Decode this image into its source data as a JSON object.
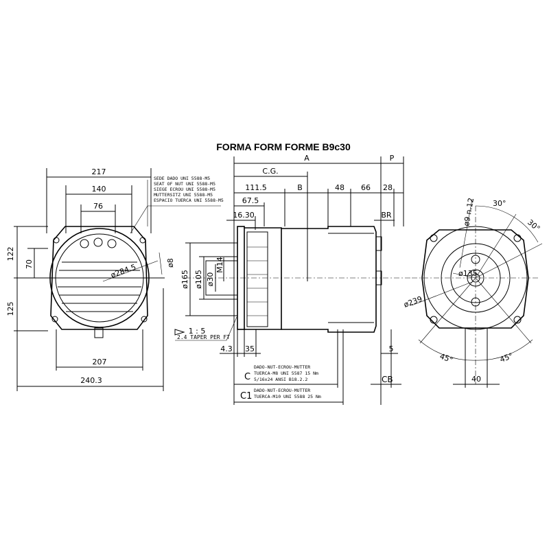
{
  "title": "FORMA FORM FORME B9c30",
  "front_view": {
    "dims": [
      "217",
      "140",
      "76",
      "122",
      "70",
      "125",
      "207",
      "240.3",
      "ø284.5",
      "ø8"
    ],
    "nut_note": [
      "SEDE DADO UNI 5588-M5",
      "SEAT OF NUT UNI 5588-M5",
      "SIEGE ECROU UNI 5588-M5",
      "MUTTERSITZ UNI 5588-M5",
      "ESPACIO TUERCA UNI 5588-M5"
    ]
  },
  "side_view": {
    "top_dims": {
      "A": "A",
      "P": "P",
      "CG": "C.G.",
      "d1115": "111.5",
      "B": "B",
      "d48": "48",
      "d66": "66",
      "d28": "28",
      "d675": "67.5",
      "d1630": "16.30",
      "BR": "BR"
    },
    "left_dims": [
      "ø165",
      "ø105",
      "ø30",
      "M14"
    ],
    "taper": {
      "ratio": "1 : 5",
      "text": "2.4 TAPER PER FT"
    },
    "bottom_dims": {
      "d43": "4.3",
      "d35": "35",
      "d5": "5",
      "C": "C",
      "C1": "C1",
      "CB": "CB"
    },
    "note_c": [
      "DADO-NUT-ECROU-MUTTER",
      "TUERCA-M8 UNI 5587 15 Nm",
      "5/16x24 ANSI B18.2.2"
    ],
    "note_c1": [
      "DADO-NUT-ECROU-MUTTER",
      "TUERCA-M10 UNI 5588 25 Nm"
    ]
  },
  "rear_view": {
    "dims": [
      "ø9 n.12",
      "30°",
      "30°",
      "ø135",
      "ø239",
      "45°",
      "45°",
      "40"
    ]
  }
}
